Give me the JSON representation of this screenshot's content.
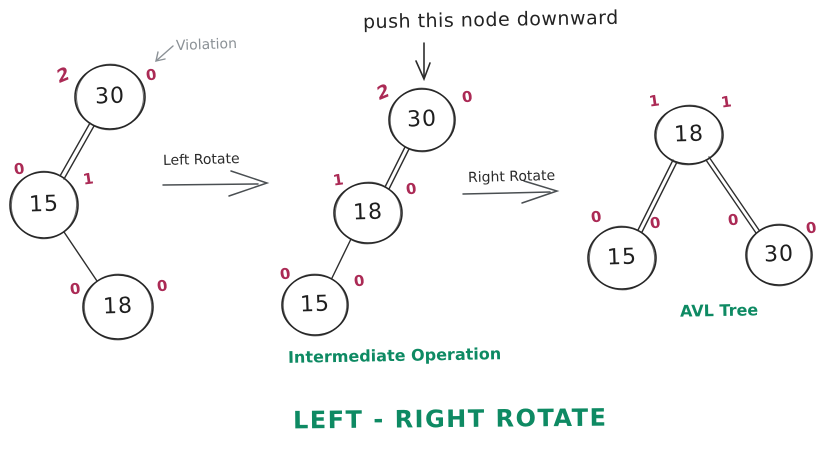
{
  "title": "LEFT - RIGHT ROTATE",
  "colors": {
    "ink": "#2b2b2b",
    "balance_red": "#ab2a55",
    "label_green": "#0e8a63",
    "muted_gray": "#8b9196"
  },
  "labels": {
    "violation": "Violation",
    "push_node": "push this node downward",
    "left_rotate": "Left Rotate",
    "right_rotate": "Right Rotate",
    "intermediate": "Intermediate Operation",
    "avl_tree": "AVL Tree"
  },
  "trees": [
    {
      "name": "initial-tree-with-violation",
      "nodes": [
        {
          "value": "30",
          "bf_left": "2",
          "bf_right": "0"
        },
        {
          "value": "15",
          "bf_left": "0",
          "bf_right": "1"
        },
        {
          "value": "18",
          "bf_left": "0",
          "bf_right": "0"
        }
      ]
    },
    {
      "name": "intermediate-tree-after-left-rotate",
      "nodes": [
        {
          "value": "30",
          "bf_left": "2",
          "bf_right": "0"
        },
        {
          "value": "18",
          "bf_left": "1",
          "bf_right": "0"
        },
        {
          "value": "15",
          "bf_left": "0",
          "bf_right": "0"
        }
      ]
    },
    {
      "name": "final-avl-tree-after-right-rotate",
      "nodes": [
        {
          "value": "18",
          "bf_left": "1",
          "bf_right": "1"
        },
        {
          "value": "15",
          "bf_left": "0",
          "bf_right": "0"
        },
        {
          "value": "30",
          "bf_left": "0",
          "bf_right": "0"
        }
      ]
    }
  ]
}
